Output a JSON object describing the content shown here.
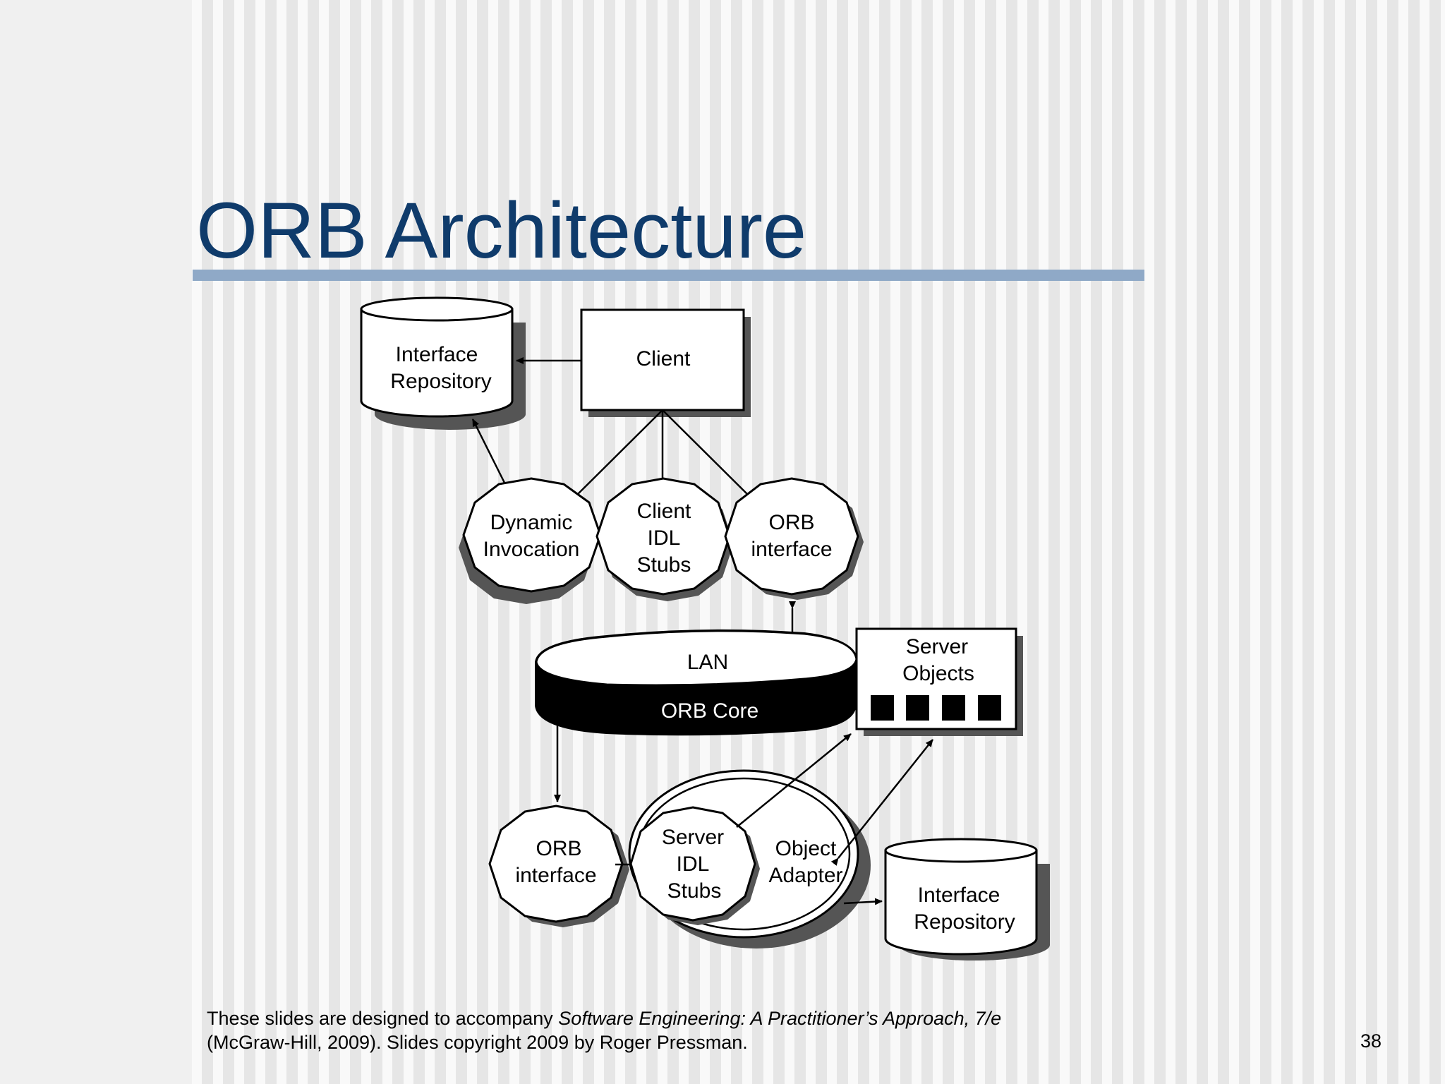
{
  "slide": {
    "title": "ORB Architecture",
    "page_number": "38"
  },
  "footer": {
    "line1_prefix": "These slides are designed to accompany ",
    "line1_italic": "Software Engineering: A Practitioner’s Approach, 7/e",
    "line2": "(McGraw-Hill, 2009). Slides copyright 2009 by Roger Pressman."
  },
  "diagram": {
    "interface_repository_top": {
      "line1": "Interface",
      "line2": "Repository"
    },
    "client": "Client",
    "dynamic_invocation": {
      "line1": "Dynamic",
      "line2": "Invocation"
    },
    "client_idl_stubs": {
      "line1": "Client",
      "line2": "IDL",
      "line3": "Stubs"
    },
    "orb_interface_top": {
      "line1": "ORB",
      "line2": "interface"
    },
    "lan": "LAN",
    "orb_core": "ORB Core",
    "server_objects": {
      "line1": "Server",
      "line2": "Objects"
    },
    "orb_interface_bottom": {
      "line1": "ORB",
      "line2": "interface"
    },
    "server_idl_stubs": {
      "line1": "Server",
      "line2": "IDL",
      "line3": "Stubs"
    },
    "object_adapter": {
      "line1": "Object",
      "line2": "Adapter"
    },
    "interface_repository_bottom": {
      "line1": "Interface",
      "line2": "Repository"
    }
  }
}
